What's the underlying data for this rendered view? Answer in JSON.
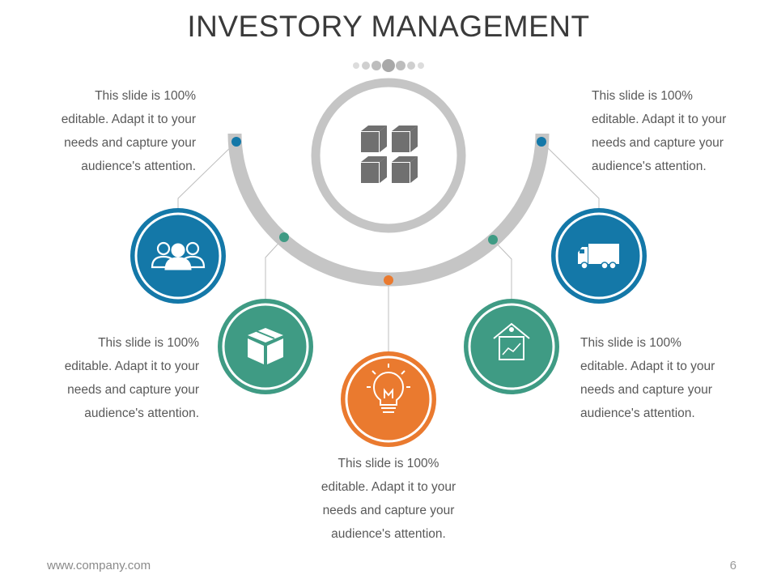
{
  "title": "INVESTORY MANAGEMENT",
  "colors": {
    "blue": "#1478a8",
    "teal": "#3f9b84",
    "orange": "#ea7a2f",
    "gray_arc": "#c5c5c5",
    "icon_gray": "#707070"
  },
  "center": {
    "icon": "inventory-boxes-icon"
  },
  "items": [
    {
      "id": "top-left",
      "text_lines": [
        "This slide is 100%",
        "editable. Adapt it to your",
        "needs and capture your",
        "audience's attention."
      ],
      "icon": "team-icon",
      "color": "blue"
    },
    {
      "id": "bottom-left",
      "text_lines": [
        "This slide is 100%",
        "editable. Adapt it to your",
        "needs and capture your",
        "audience's attention."
      ],
      "icon": "package-icon",
      "color": "teal"
    },
    {
      "id": "bottom-center",
      "text_lines": [
        "This slide is 100%",
        "editable. Adapt it to your",
        "needs and capture your",
        "audience's attention."
      ],
      "icon": "lightbulb-icon",
      "color": "orange"
    },
    {
      "id": "bottom-right",
      "text_lines": [
        "This slide is 100%",
        "editable. Adapt it to your",
        "needs and capture your",
        "audience's attention."
      ],
      "icon": "house-chart-icon",
      "color": "teal"
    },
    {
      "id": "top-right",
      "text_lines": [
        "This slide is 100%",
        "editable. Adapt it to your",
        "needs and capture your",
        "audience's attention."
      ],
      "icon": "truck-icon",
      "color": "blue"
    }
  ],
  "footer": {
    "url": "www.company.com",
    "page": "6"
  }
}
